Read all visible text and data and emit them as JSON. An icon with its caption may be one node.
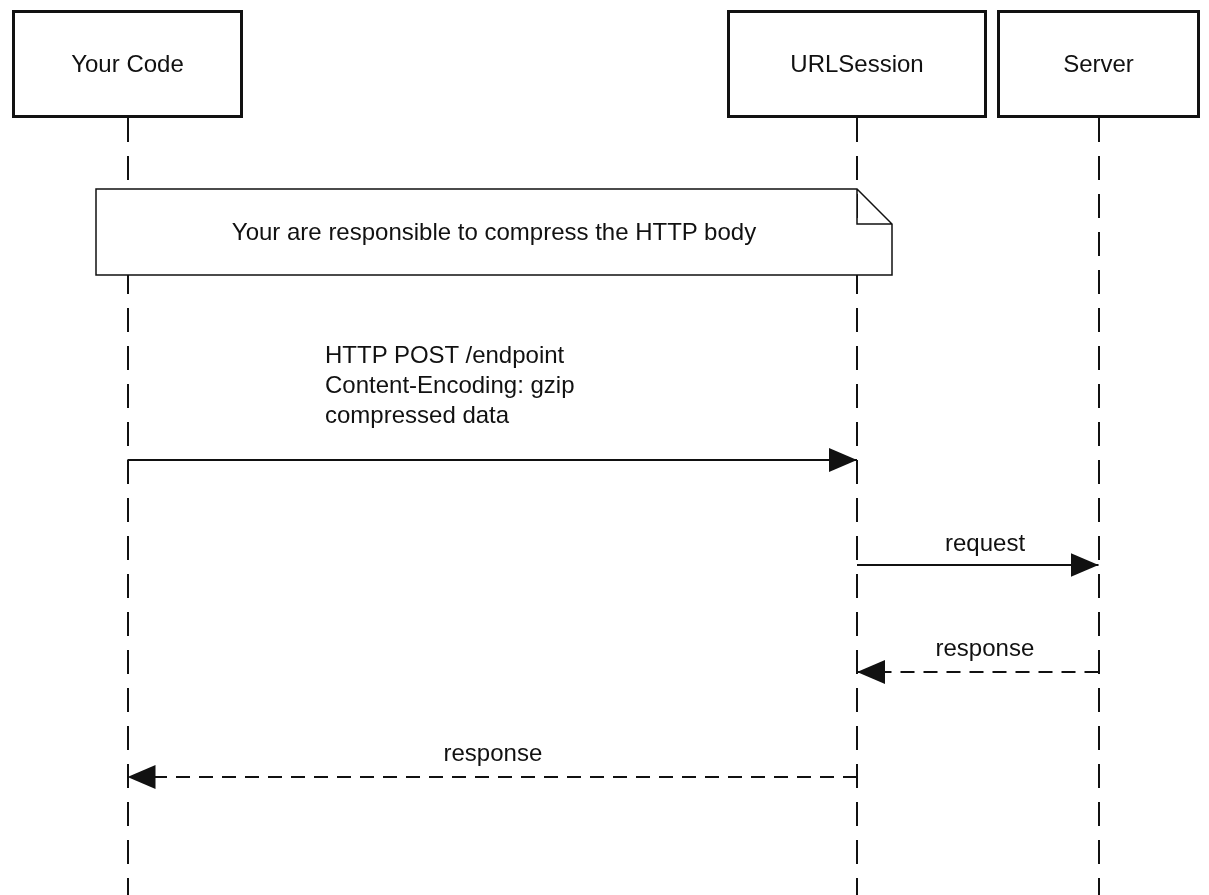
{
  "diagram": {
    "nodes": [
      {
        "text": [
          "Your Code"
        ]
      },
      {
        "text": [
          "URLSession"
        ]
      },
      {
        "text": [
          "Server"
        ]
      },
      {
        "text": [
          "Your are responsible to compress the HTTP body"
        ]
      }
    ],
    "edges": [
      {
        "from": 0,
        "to": 1,
        "arrow": "to",
        "label": "HTTP POST /endpoint Content-Encoding: gzip compressed data"
      },
      {
        "from": 1,
        "to": 2,
        "arrow": "to",
        "label": "request"
      },
      {
        "from": 2,
        "to": 1,
        "arrow": "to",
        "label": "response",
        "style": "dashed"
      },
      {
        "from": 1,
        "to": 0,
        "arrow": "to",
        "label": "response",
        "style": "dashed"
      }
    ]
  }
}
